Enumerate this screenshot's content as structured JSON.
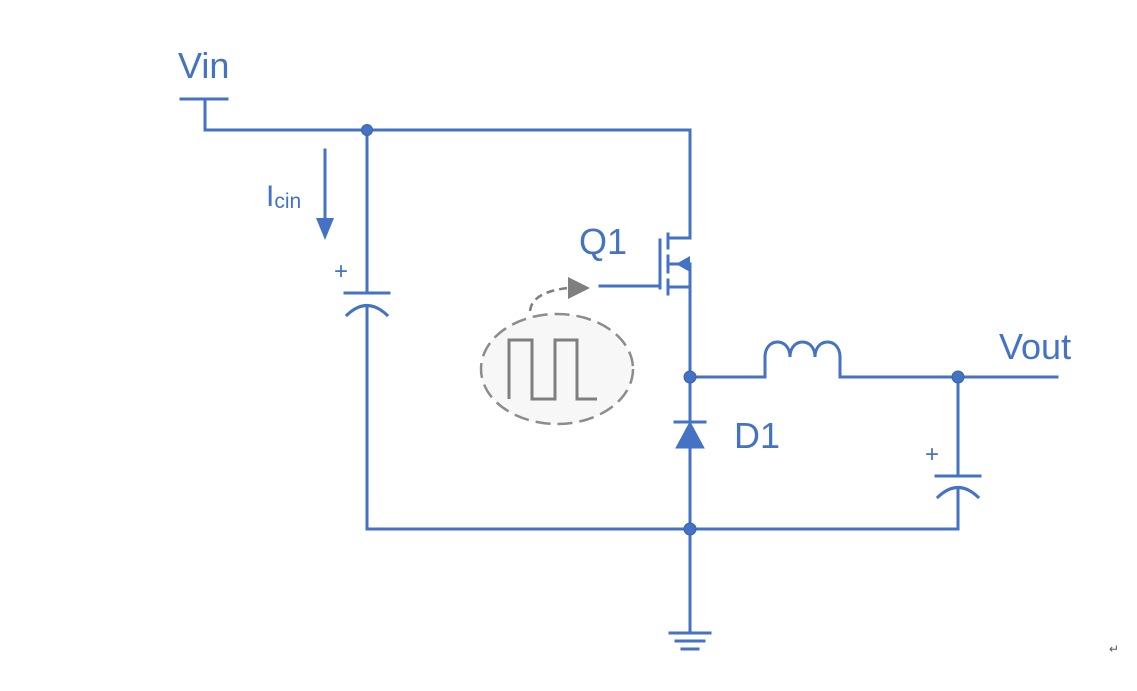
{
  "labels": {
    "vin": "Vin",
    "icin_main": "I",
    "icin_sub": "cin",
    "q1": "Q1",
    "d1": "D1",
    "vout": "Vout",
    "plus": "+",
    "paragraph_mark": "↵"
  },
  "colors": {
    "circuit": "#4472C4",
    "pwm_signal": "#7f7f7f",
    "background": "#ffffff"
  },
  "components": [
    "input-capacitor",
    "mosfet-q1",
    "diode-d1",
    "inductor",
    "output-capacitor",
    "ground",
    "pwm-source"
  ]
}
